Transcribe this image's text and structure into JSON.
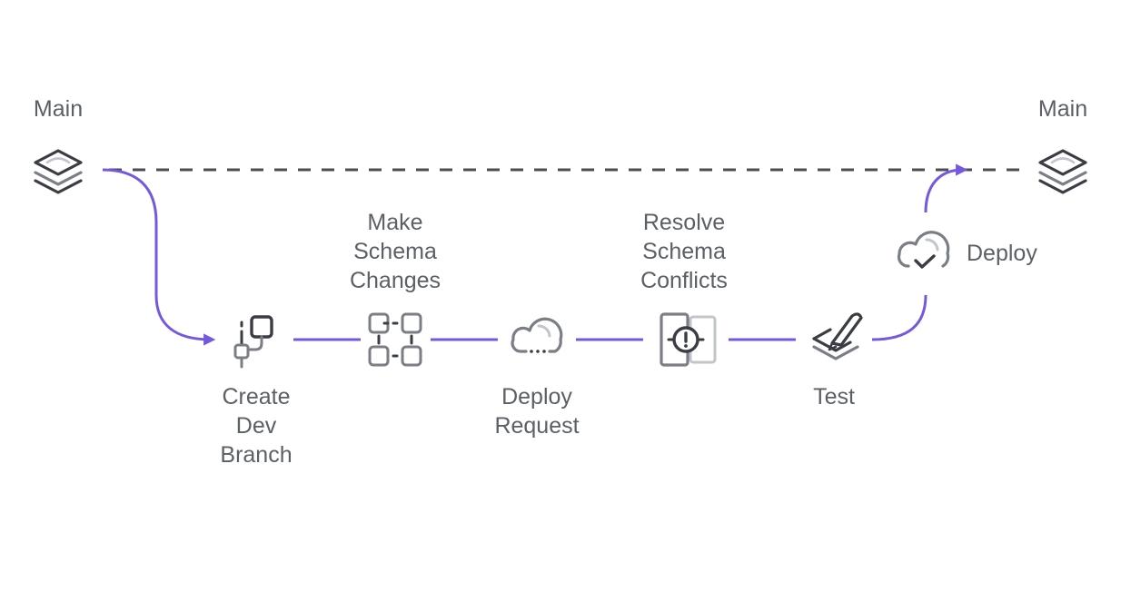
{
  "colors": {
    "accent": "#7458e0",
    "dashed_line": "#4a4d53",
    "icon_dark": "#3a3d43",
    "icon_mid": "#7a7e85",
    "icon_light": "#c2c5ca",
    "text": "#5b5f66"
  },
  "nodes": {
    "main_start": {
      "label": "Main",
      "icon": "stack-layers-icon"
    },
    "main_end": {
      "label": "Main",
      "icon": "stack-layers-icon"
    },
    "create_branch": {
      "label": "Create\nDev\nBranch",
      "icon": "git-branch-icon"
    },
    "schema_changes": {
      "label": "Make\nSchema\nChanges",
      "icon": "schema-grid-icon"
    },
    "deploy_request": {
      "label": "Deploy\nRequest",
      "icon": "cloud-pending-icon"
    },
    "resolve_conflicts": {
      "label": "Resolve\nSchema\nConflicts",
      "icon": "conflict-alert-icon"
    },
    "test": {
      "label": "Test",
      "icon": "test-pen-icon"
    },
    "deploy": {
      "label": "Deploy",
      "icon": "cloud-check-icon"
    }
  }
}
